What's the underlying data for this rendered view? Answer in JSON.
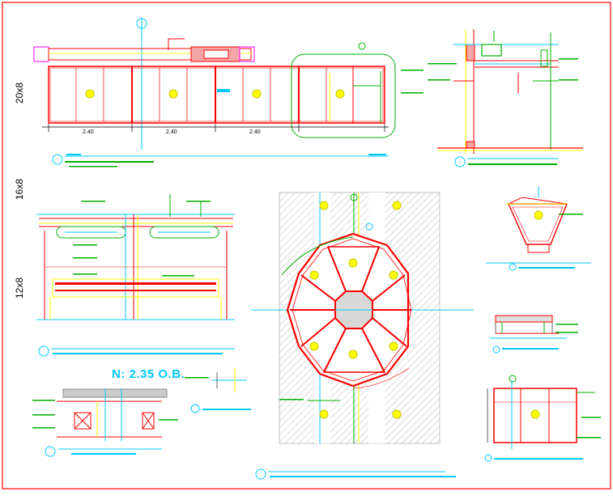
{
  "sheet": {
    "side_labels": [
      "20x8",
      "16x8",
      "12x8"
    ],
    "level_note": "N: 2.35 O.B.",
    "dimensions": [
      "2.40",
      "2.40",
      "2.40"
    ]
  },
  "colors": {
    "border": "#ff0000",
    "structure": "#ff0000",
    "axis": "#00c8ff",
    "annotation": "#00b000",
    "highlight": "#ffff00",
    "magenta": "#ff00ff",
    "dimension": "#000000"
  },
  "icons": [
    "section-marker-icon",
    "north-arrow-icon",
    "light-fixture-icon"
  ]
}
